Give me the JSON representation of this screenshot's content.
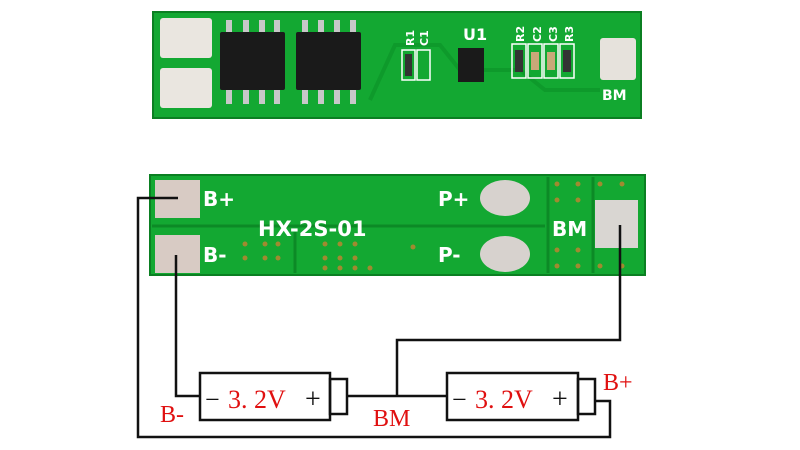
{
  "top_board": {
    "labels": {
      "r1": "R1",
      "c1": "C1",
      "u1": "U1",
      "r2": "R2",
      "c2": "C2",
      "c3": "C3",
      "r3": "R3",
      "bm": "BM"
    }
  },
  "bottom_board": {
    "model": "HX-2S-01",
    "b_plus": "B+",
    "b_minus": "B-",
    "p_plus": "P+",
    "p_minus": "P-",
    "bm": "BM"
  },
  "wiring": {
    "b_minus_label": "B-",
    "bm_label": "BM",
    "b_plus_label": "B+",
    "cell1": {
      "neg": "−",
      "voltage": "3. 2V",
      "pos": "+"
    },
    "cell2": {
      "neg": "−",
      "voltage": "3. 2V",
      "pos": "+"
    }
  },
  "colors": {
    "pcb": "#13a832",
    "pcb_dark": "#0c8a26",
    "label_red": "#e01010"
  }
}
